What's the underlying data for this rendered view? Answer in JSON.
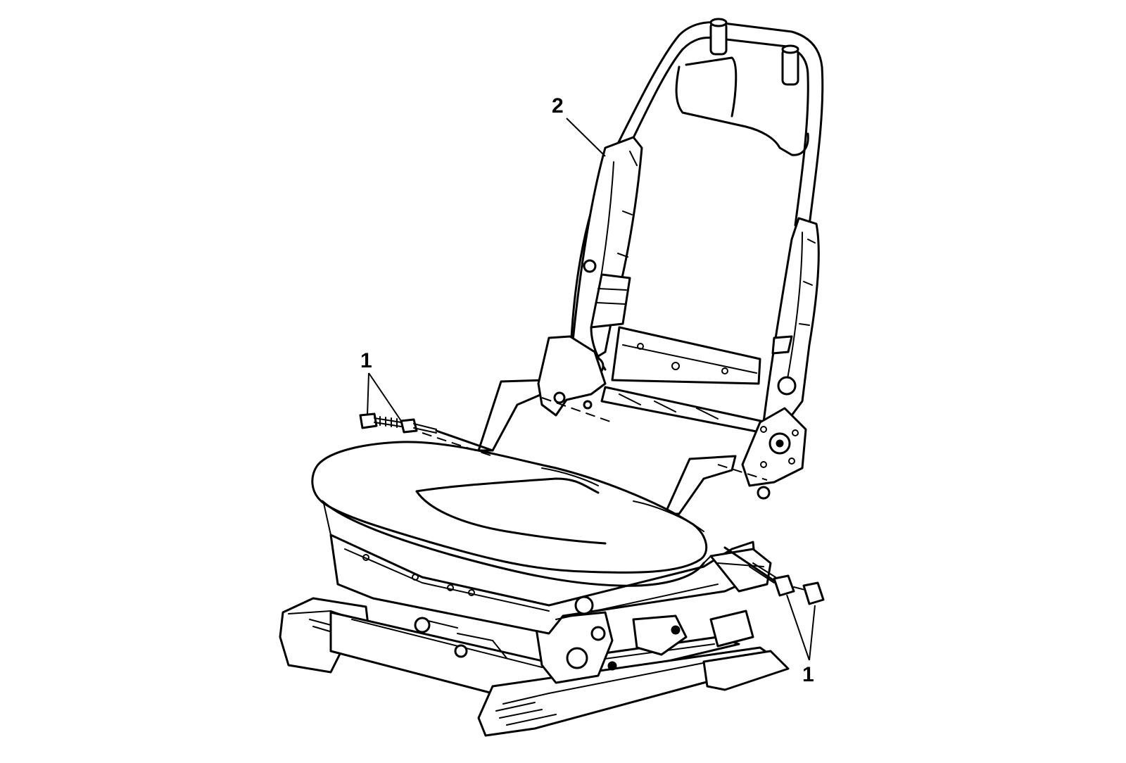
{
  "diagram": {
    "callouts": [
      {
        "id": "bolts-left",
        "label": "1"
      },
      {
        "id": "seatback-frame",
        "label": "2"
      },
      {
        "id": "bolts-right",
        "label": "1"
      }
    ],
    "line_color": "#000000",
    "background_color": "#ffffff"
  }
}
